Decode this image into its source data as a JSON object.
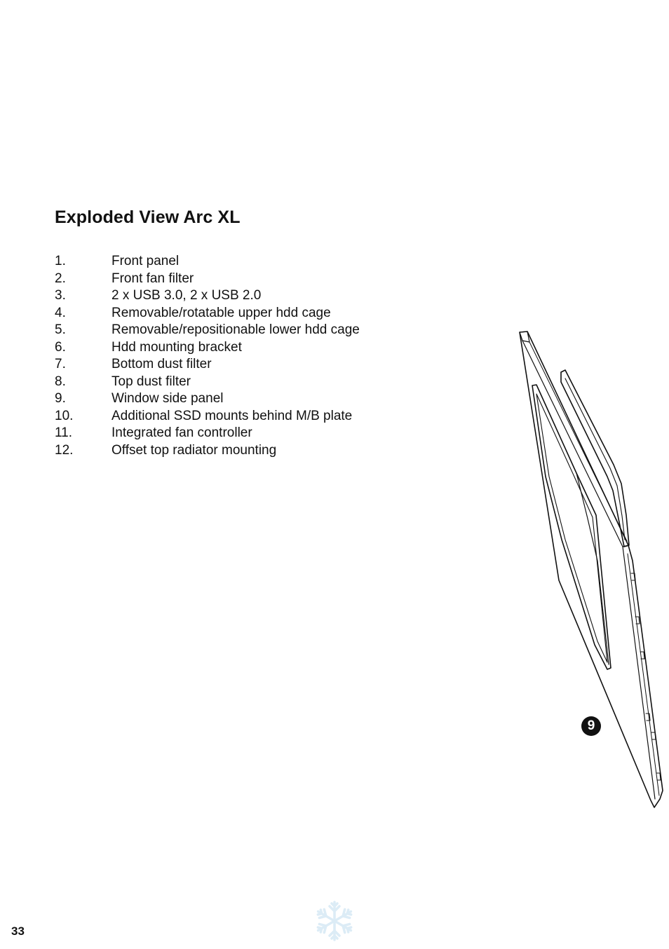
{
  "document": {
    "title": "Exploded View Arc XL",
    "page_number": "33",
    "parts": [
      {
        "number": "1.",
        "label": "Front panel"
      },
      {
        "number": "2.",
        "label": "Front fan filter"
      },
      {
        "number": "3.",
        "label": "2 x USB 3.0, 2 x USB 2.0"
      },
      {
        "number": "4.",
        "label": "Removable/rotatable upper hdd cage"
      },
      {
        "number": "5.",
        "label": "Removable/repositionable lower hdd cage"
      },
      {
        "number": "6.",
        "label": "Hdd mounting bracket"
      },
      {
        "number": "7.",
        "label": "Bottom dust filter"
      },
      {
        "number": "8.",
        "label": "Top dust filter"
      },
      {
        "number": "9.",
        "label": "Window side panel"
      },
      {
        "number": "10.",
        "label": "Additional SSD mounts behind M/B plate"
      },
      {
        "number": "11.",
        "label": "Integrated fan controller"
      },
      {
        "number": "12.",
        "label": "Offset top radiator mounting"
      }
    ]
  },
  "figure": {
    "callout_label": "9",
    "drawing_icon": "window-side-panel-drawing",
    "watermark_icon": "snowflake-icon"
  },
  "colors": {
    "text": "#111111",
    "watermark": "#dcecf6"
  }
}
